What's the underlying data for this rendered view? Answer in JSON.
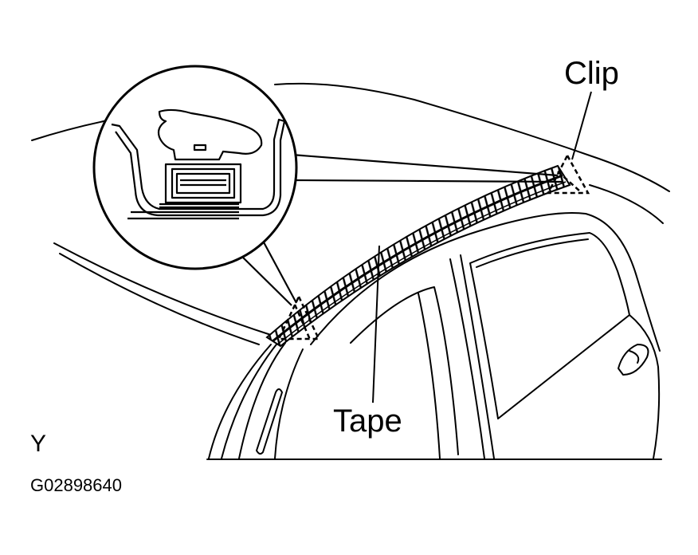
{
  "labels": {
    "clip": "Clip",
    "tape": "Tape",
    "view": "Y",
    "figure_code": "G02898640"
  },
  "colors": {
    "line": "#000000",
    "background": "#ffffff"
  }
}
